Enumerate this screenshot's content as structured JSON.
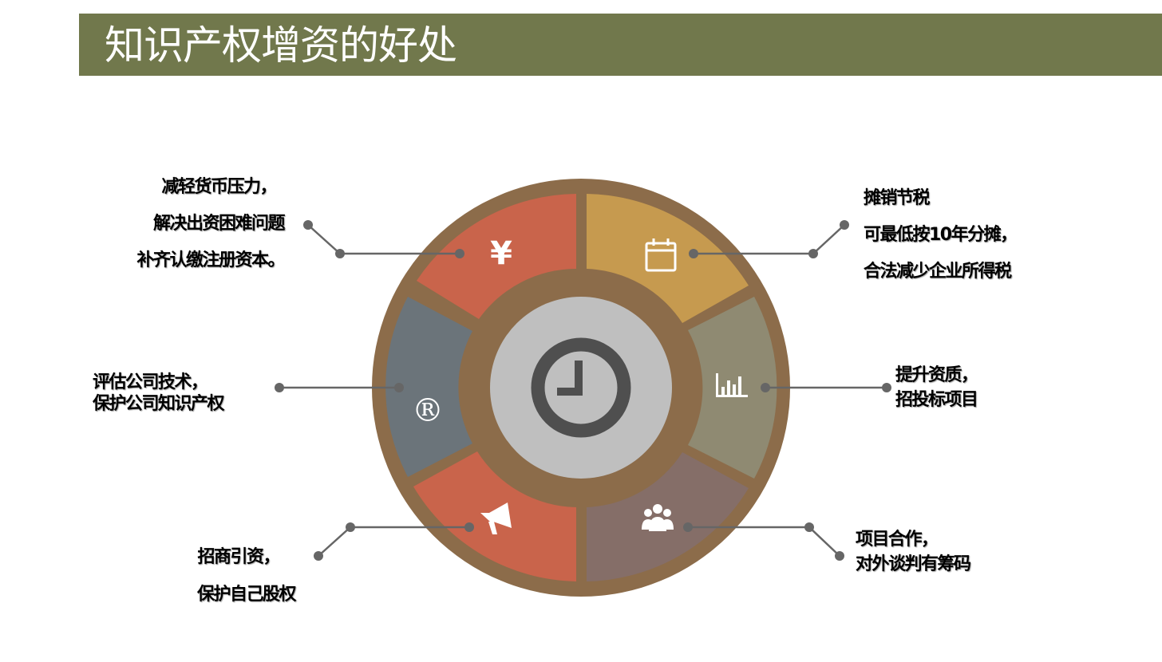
{
  "title": "知识产权增资的好处",
  "colors": {
    "title_bar": "#71784c",
    "ring": "#8c6c4a",
    "segment_top_left": "#c9644b",
    "segment_top_right": "#c69a4f",
    "segment_right": "#8f8a72",
    "segment_bottom_right": "#856e68",
    "segment_bottom_left": "#c9644b",
    "segment_left": "#6b747a",
    "center": "#bfbfbf",
    "clock": "#4f4f4f",
    "connector": "#666666"
  },
  "segments": [
    {
      "position": "top-left",
      "icon": "yen-icon",
      "glyph": "¥"
    },
    {
      "position": "top-right",
      "icon": "calendar-icon"
    },
    {
      "position": "right",
      "icon": "bar-chart-icon"
    },
    {
      "position": "bottom-right",
      "icon": "group-icon"
    },
    {
      "position": "bottom-left",
      "icon": "megaphone-icon"
    },
    {
      "position": "left",
      "icon": "registered-icon",
      "glyph": "®"
    }
  ],
  "center_icon": "clock-icon",
  "labels": {
    "top_left": [
      "减轻货币压力，",
      "解决出资困难问题",
      "补齐认缴注册资本。"
    ],
    "top_right": [
      "摊销节税",
      "可最低按10年分摊，",
      "合法减少企业所得税"
    ],
    "right": [
      "提升资质，",
      "招投标项目"
    ],
    "bottom_right": [
      "项目合作，",
      "对外谈判有筹码"
    ],
    "bottom_left": [
      "招商引资，",
      "保护自己股权"
    ],
    "left": [
      "评估公司技术，",
      "保护公司知识产权"
    ]
  }
}
